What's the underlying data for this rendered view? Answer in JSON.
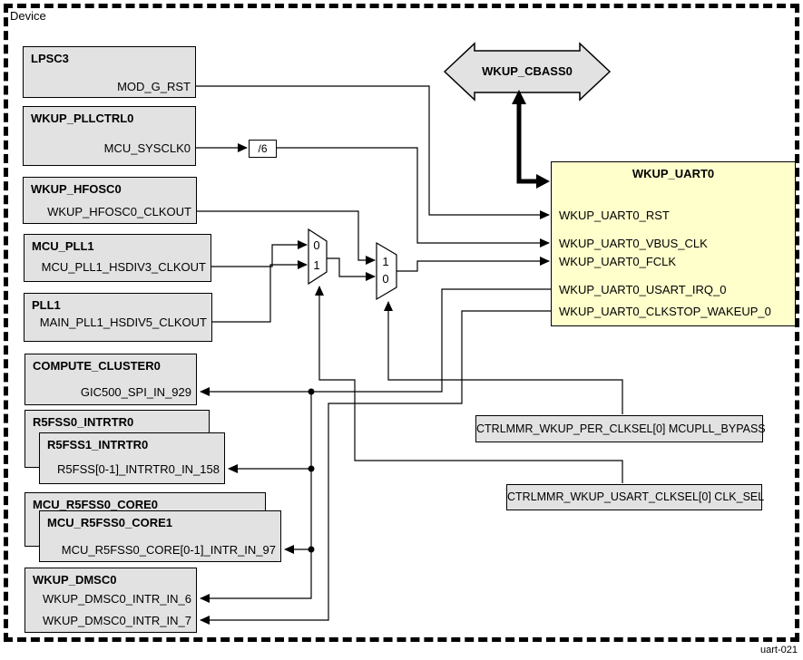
{
  "device_label": "Device",
  "figure_caption": "uart-021",
  "colors": {
    "block_fill": "#e2e2e2",
    "uart_fill": "#ffffcc",
    "wire": "#000000"
  },
  "blocks": {
    "lpsc3": {
      "title": "LPSC3",
      "signal": "MOD_G_RST"
    },
    "wkup_pllctrl0": {
      "title": "WKUP_PLLCTRL0",
      "signal": "MCU_SYSCLK0"
    },
    "wkup_hfosc0": {
      "title": "WKUP_HFOSC0",
      "signal": "WKUP_HFOSC0_CLKOUT"
    },
    "mcu_pll1": {
      "title": "MCU_PLL1",
      "signal": "MCU_PLL1_HSDIV3_CLKOUT"
    },
    "pll1": {
      "title": "PLL1",
      "signal": "MAIN_PLL1_HSDIV5_CLKOUT"
    },
    "compute_cluster0": {
      "title": "COMPUTE_CLUSTER0",
      "signal": "GIC500_SPI_IN_929"
    },
    "r5fss0_intrtr0": {
      "title": "R5FSS0_INTRTR0"
    },
    "r5fss1_intrtr0": {
      "title": "R5FSS1_INTRTR0",
      "signal": "R5FSS[0-1]_INTRTR0_IN_158"
    },
    "mcu_r5fss0_core0": {
      "title": "MCU_R5FSS0_CORE0"
    },
    "mcu_r5fss0_core1": {
      "title": "MCU_R5FSS0_CORE1",
      "signal": "MCU_R5FSS0_CORE[0-1]_INTR_IN_97"
    },
    "wkup_dmsc0": {
      "title": "WKUP_DMSC0",
      "signal_in6": "WKUP_DMSC0_INTR_IN_6",
      "signal_in7": "WKUP_DMSC0_INTR_IN_7"
    }
  },
  "divider": {
    "label": "/6"
  },
  "interconnect": {
    "label": "WKUP_CBASS0"
  },
  "wkup_uart0": {
    "title": "WKUP_UART0",
    "signals": {
      "rst": "WKUP_UART0_RST",
      "vbus_clk": "WKUP_UART0_VBUS_CLK",
      "fclk": "WKUP_UART0_FCLK",
      "usart_irq_0": "WKUP_UART0_USART_IRQ_0",
      "clkstop_wakeup_0": "WKUP_UART0_CLKSTOP_WAKEUP_0"
    }
  },
  "control_registers": {
    "per_clksel": "CTRLMMR_WKUP_PER_CLKSEL[0] MCUPLL_BYPASS",
    "usart_clksel": "CTRLMMR_WKUP_USART_CLKSEL[0] CLK_SEL"
  },
  "mux_pll_select": {
    "input_top": "0",
    "input_bottom": "1"
  },
  "mux_clk_select": {
    "input_top": "1",
    "input_bottom": "0"
  }
}
